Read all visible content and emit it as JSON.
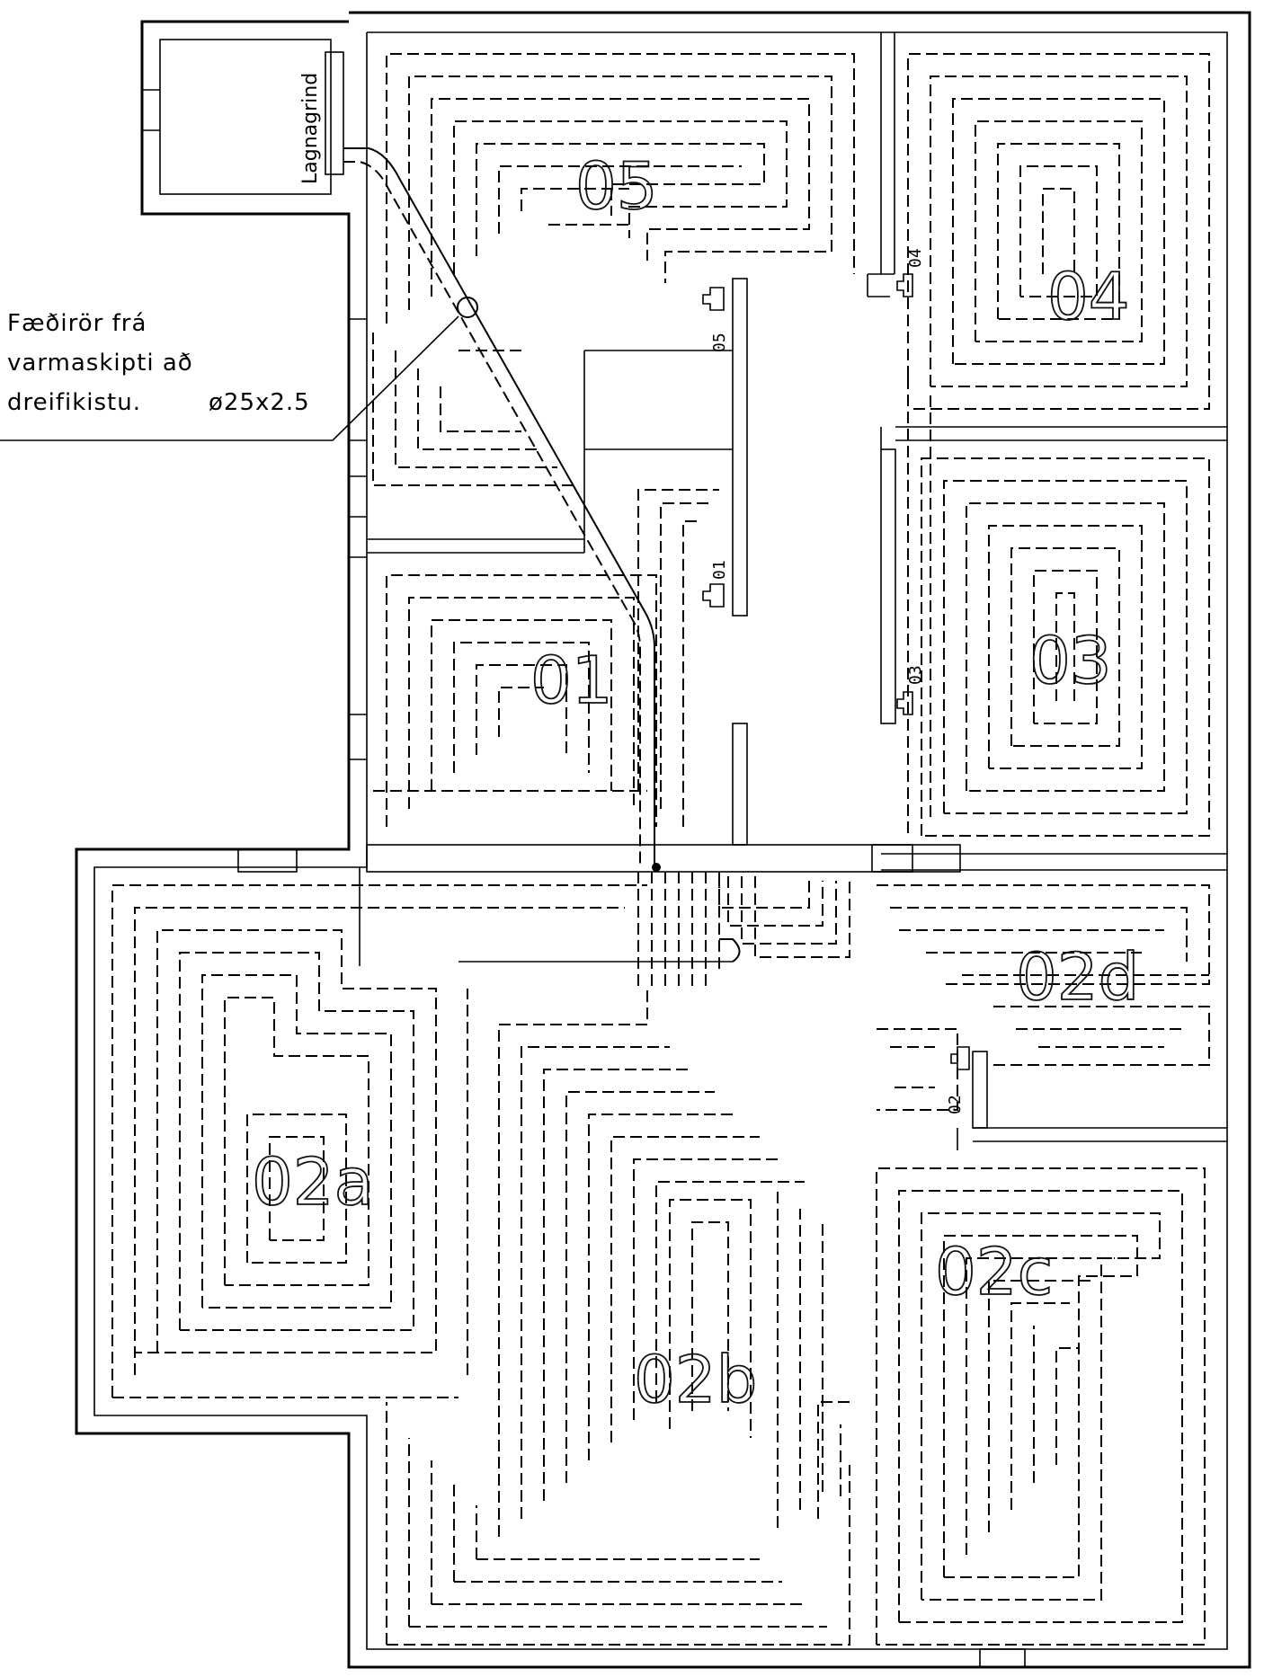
{
  "room_label": "Lagnagrind",
  "note": {
    "line1": "Fæðirör frá",
    "line2": "varmaskipti að",
    "line3_a": "dreifikistu.",
    "line3_b": "ø25x2.5"
  },
  "zones": {
    "z05": "05",
    "z04": "04",
    "z01": "01",
    "z03": "03",
    "z02d": "02d",
    "z02a": "02a",
    "z02c": "02c",
    "z02b": "02b"
  },
  "manifolds": {
    "m05": "05",
    "m04": "04",
    "m01": "01",
    "m03": "03",
    "m02": "02"
  }
}
